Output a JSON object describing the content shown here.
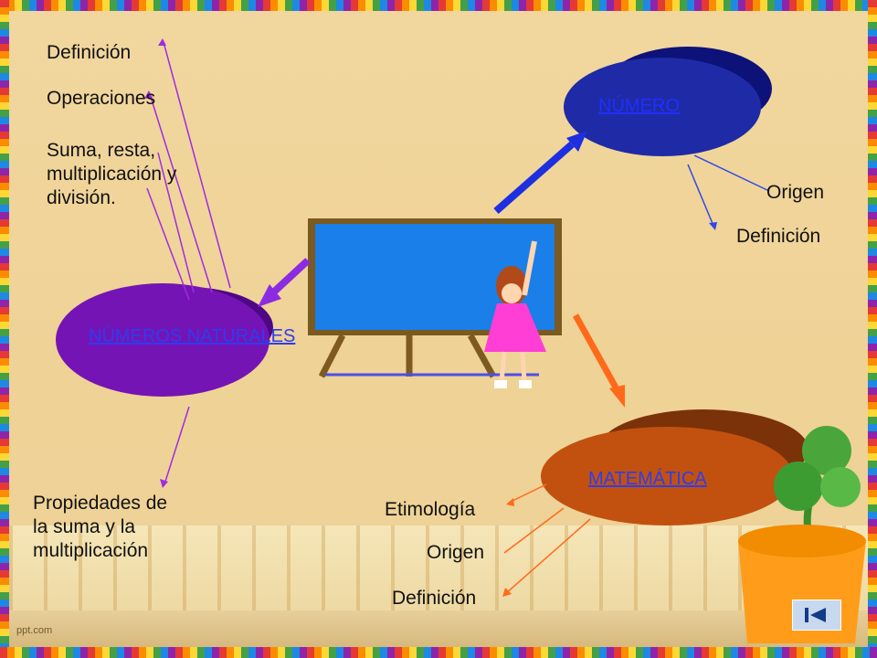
{
  "nodes": {
    "numero": {
      "label": "NÚMERO",
      "color": "#17209f",
      "text_color": "#1f2fff"
    },
    "naturales": {
      "label": "NÚMEROS NATURALES",
      "color": "#6e0ea8",
      "text_color": "#2c3df0"
    },
    "matematica": {
      "label": "MATEMÁTICA",
      "color": "#b94c10",
      "text_color": "#2c3df0"
    }
  },
  "labels": {
    "naturales_def": "Definición",
    "naturales_ops": "Operaciones",
    "naturales_ops_detail_1": "Suma, resta,",
    "naturales_ops_detail_2": "multiplicación y",
    "naturales_ops_detail_3": "división.",
    "naturales_props_1": "Propiedades de",
    "naturales_props_2": "la suma y la",
    "naturales_props_3": "multiplicación",
    "numero_origen": "Origen",
    "numero_def": "Definición",
    "mate_etimologia": "Etimología",
    "mate_origen": "Origen",
    "mate_def": "Definición"
  },
  "footer": {
    "watermark": "ppt.com",
    "nav_icon": "first-slide-icon"
  },
  "colors": {
    "numero": "#17209f",
    "naturales": "#6e0ea8",
    "matematica": "#b94c10",
    "arrow_blue": "#1d2fe0",
    "arrow_purple": "#8b2be2",
    "arrow_orange": "#ff6a1a"
  }
}
